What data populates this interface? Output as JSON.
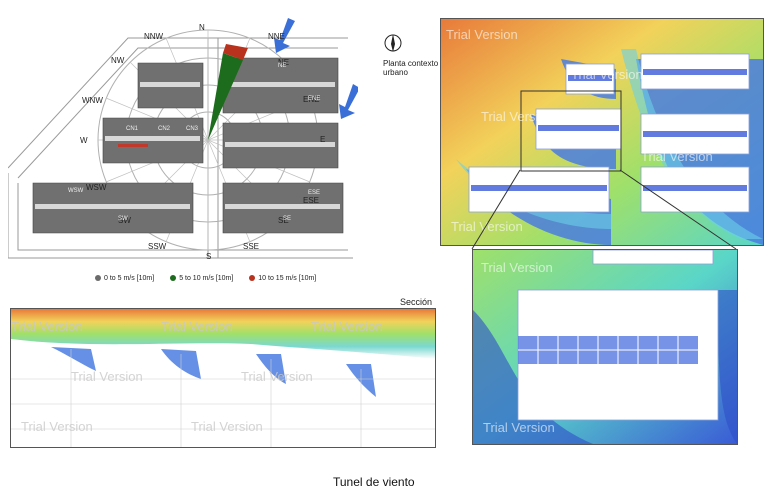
{
  "site_plan": {
    "compass_directions": [
      "N",
      "NNE",
      "NE",
      "ENE",
      "E",
      "ESE",
      "SE",
      "SSE",
      "S",
      "SSW",
      "SW",
      "WSW",
      "W",
      "WNW",
      "NW",
      "NNW"
    ],
    "block_labels": [
      "ENE",
      "ESE",
      "SE",
      "SW",
      "WSW",
      "NE",
      "CN1",
      "CN2",
      "CN3"
    ],
    "legend": [
      {
        "label": "0 to 5 m/s [10m]",
        "color": "#6b6b6b"
      },
      {
        "label": "5 to 10 m/s [10m]",
        "color": "#1d6b1d"
      },
      {
        "label": "10 to 15 m/s [10m]",
        "color": "#b8321e"
      }
    ]
  },
  "north_arrow": {
    "caption_line1": "Planta contexto",
    "caption_line2": "urbano"
  },
  "section": {
    "label": "Sección"
  },
  "watermark_text": "Trial Version",
  "caption": "Tunel de viento",
  "colors": {
    "arrow": "#3b6fd8",
    "wind_low": "#3a5bd6",
    "wind_high": "#e04a2a",
    "heat_mid": "#9fe06a"
  }
}
